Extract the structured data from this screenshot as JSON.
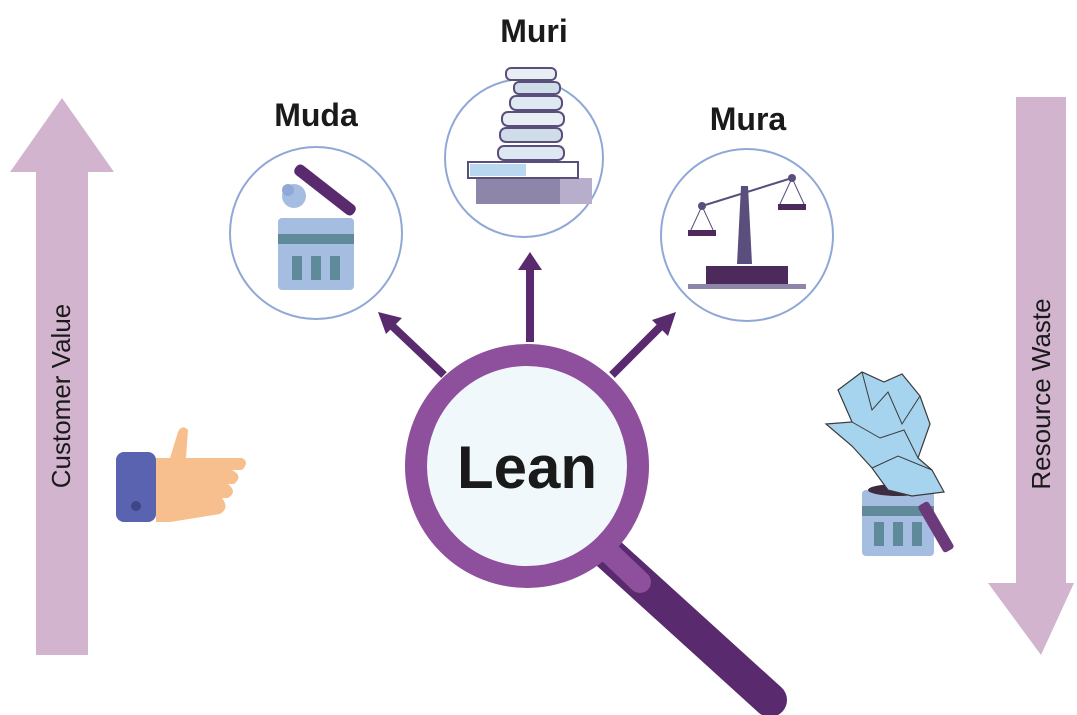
{
  "diagram": {
    "center": {
      "label": "Lean"
    },
    "nodes": [
      {
        "id": "muda",
        "label": "Muda",
        "icon": "trash-bin-icon"
      },
      {
        "id": "muri",
        "label": "Muri",
        "icon": "book-stack-icon"
      },
      {
        "id": "mura",
        "label": "Mura",
        "icon": "balance-scale-icon"
      }
    ],
    "left_axis": {
      "label": "Customer Value",
      "direction": "up",
      "icon": "thumbs-up-icon"
    },
    "right_axis": {
      "label": "Resource Waste",
      "direction": "down",
      "icon": "cash-in-trash-icon"
    }
  },
  "colors": {
    "magnifier": "#8e4f9c",
    "handle": "#5a2a6e",
    "arrow_dark": "#5a2a6e",
    "axis_arrow": "#d2b4cf",
    "circle_outline": "#8fa8d6",
    "lens_fill": "#f1f8fb"
  }
}
